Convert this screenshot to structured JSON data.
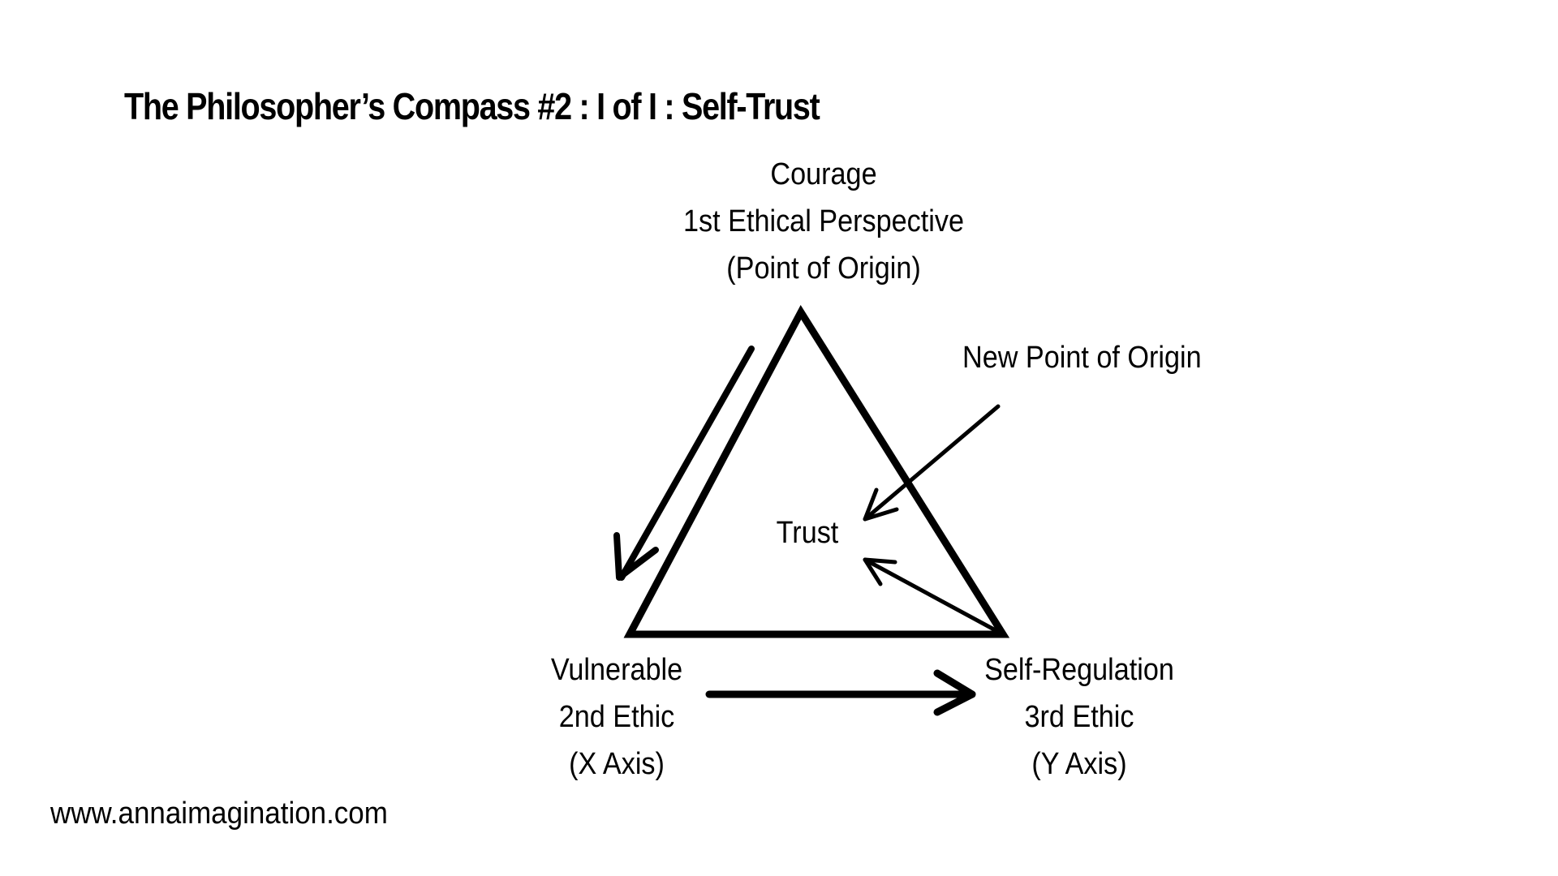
{
  "title": "The Philosopher’s Compass #2 : I of I : Self-Trust",
  "nodes": {
    "top": {
      "lines": [
        "Courage",
        "1st Ethical Perspective",
        "(Point of Origin)"
      ]
    },
    "left": {
      "lines": [
        "Vulnerable",
        "2nd Ethic",
        "(X Axis)"
      ]
    },
    "right": {
      "lines": [
        "Self-Regulation",
        "3rd Ethic",
        "(Y Axis)"
      ]
    },
    "center": {
      "label": "Trust"
    },
    "external": {
      "label": "New Point of Origin"
    }
  },
  "edges": [
    {
      "from": "top",
      "to": "left",
      "label": ""
    },
    {
      "from": "left",
      "to": "right",
      "label": ""
    },
    {
      "from": "right",
      "to": "center",
      "label": ""
    },
    {
      "from": "external",
      "to": "center",
      "label": ""
    }
  ],
  "footer": {
    "url": "www.annaimagination.com"
  },
  "colors": {
    "ink": "#000000",
    "background": "#ffffff"
  }
}
